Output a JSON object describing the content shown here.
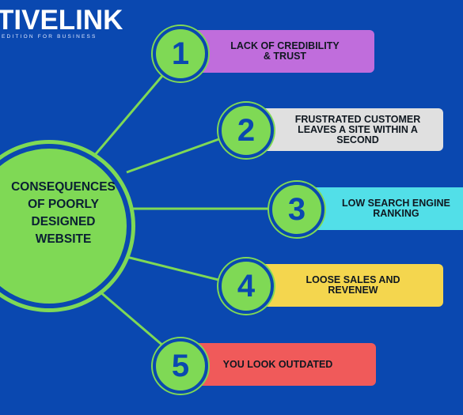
{
  "logo": {
    "wordmark": "TIVELINK",
    "tagline": "EDITION FOR BUSINESS"
  },
  "center": {
    "label": "CONSEQUENCES\nOF POORLY\nDESIGNED\nWEBSITE"
  },
  "items": [
    {
      "number": "1",
      "label": "LACK OF CREDIBILITY\n& TRUST",
      "color": "#c06ddc"
    },
    {
      "number": "2",
      "label": "FRUSTRATED CUSTOMER\nLEAVES A SITE WITHIN A\nSECOND",
      "color": "#e0e0e0"
    },
    {
      "number": "3",
      "label": "LOW SEARCH ENGINE\nRANKING",
      "color": "#52dfe8"
    },
    {
      "number": "4",
      "label": "LOOSE SALES AND\nREVENEW",
      "color": "#f4d64e"
    },
    {
      "number": "5",
      "label": "YOU LOOK OUTDATED",
      "color": "#f05a5a"
    }
  ],
  "colors": {
    "background": "#0a48b0",
    "accent": "#7fd955"
  }
}
